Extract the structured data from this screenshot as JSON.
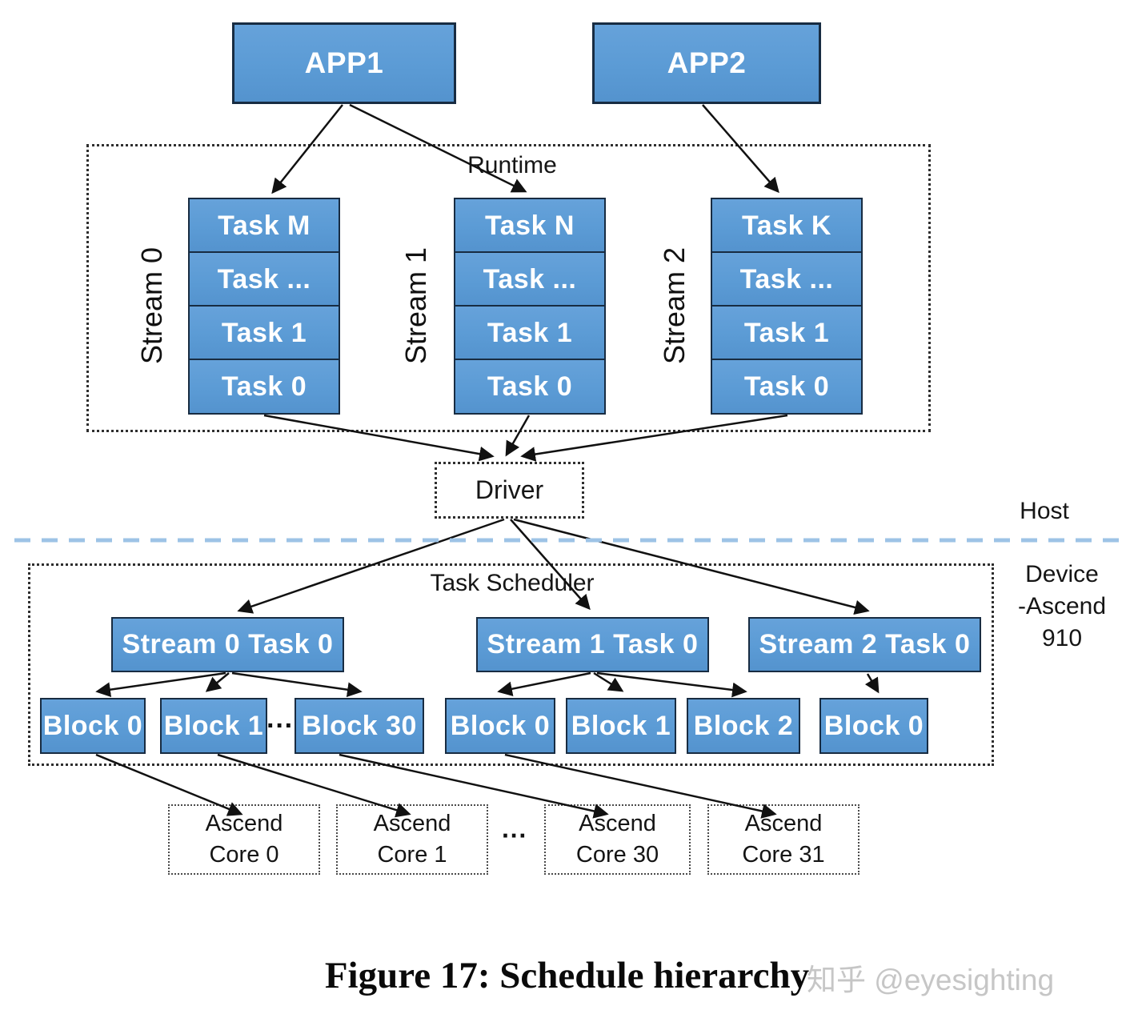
{
  "apps": [
    {
      "label": "APP1"
    },
    {
      "label": "APP2"
    }
  ],
  "runtime": {
    "label": "Runtime",
    "streams": [
      {
        "name": "Stream 0",
        "tasks": [
          "Task M",
          "Task ...",
          "Task 1",
          "Task 0"
        ]
      },
      {
        "name": "Stream 1",
        "tasks": [
          "Task N",
          "Task ...",
          "Task 1",
          "Task 0"
        ]
      },
      {
        "name": "Stream 2",
        "tasks": [
          "Task K",
          "Task ...",
          "Task 1",
          "Task 0"
        ]
      }
    ]
  },
  "driver_label": "Driver",
  "divider": {
    "host_label": "Host",
    "device_lines": [
      "Device",
      "-Ascend",
      "910"
    ]
  },
  "scheduler": {
    "label": "Task Scheduler",
    "stream_tasks": [
      "Stream 0 Task 0",
      "Stream 1 Task 0",
      "Stream 2 Task 0"
    ],
    "block_groups": [
      [
        "Block 0",
        "Block 1",
        "Block 30"
      ],
      [
        "Block 0",
        "Block 1",
        "Block 2"
      ],
      [
        "Block 0"
      ]
    ],
    "ellipsis": "···"
  },
  "cores": {
    "ellipsis": "···",
    "items": [
      [
        "Ascend",
        "Core 0"
      ],
      [
        "Ascend",
        "Core 1"
      ],
      [
        "Ascend",
        "Core 30"
      ],
      [
        "Ascend",
        "Core 31"
      ]
    ]
  },
  "caption": "Figure 17: Schedule hierarchy",
  "watermark": "知乎 @eyesighting",
  "colors": {
    "box_fill": "#5B9BD5",
    "box_border": "#182C42",
    "divider_blue": "#9DC3E6",
    "watermark_gray": "#C6C6C6"
  }
}
